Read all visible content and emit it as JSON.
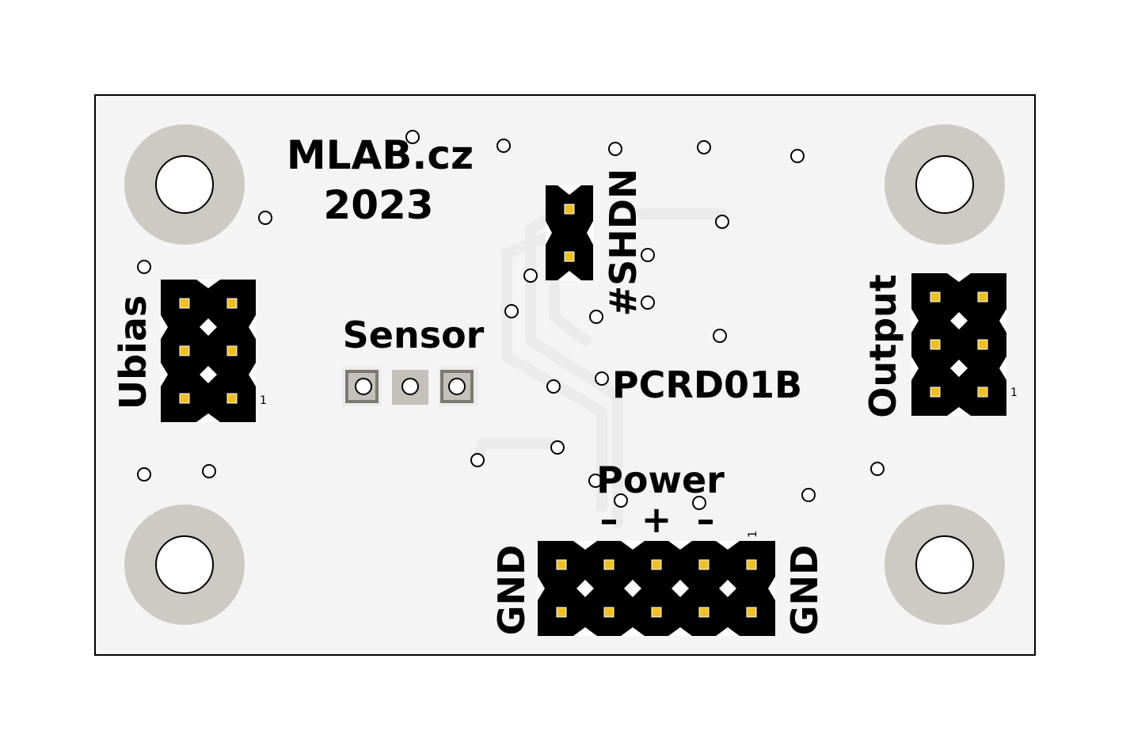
{
  "board": {
    "brand": "MLAB.cz",
    "year": "2023",
    "part_number": "PCRD01B"
  },
  "labels": {
    "shdn": "#SHDN",
    "sensor": "Sensor",
    "ubias": "Ubias",
    "output": "Output",
    "power": "Power",
    "power_polarity": [
      "–",
      "+",
      "–"
    ],
    "gnd_left": "GND",
    "gnd_right": "GND",
    "pin1_ubias": "1",
    "pin1_output": "1",
    "pin1_power": "1"
  },
  "colors": {
    "board": "#f4f4f4",
    "outline": "#000000",
    "mounting_pad": "#cdc9c3",
    "pin_header": "#000000",
    "pin_pad": "#f0c020",
    "trace": "#ebebeb",
    "sensor_pad": "#c4c0ba"
  }
}
